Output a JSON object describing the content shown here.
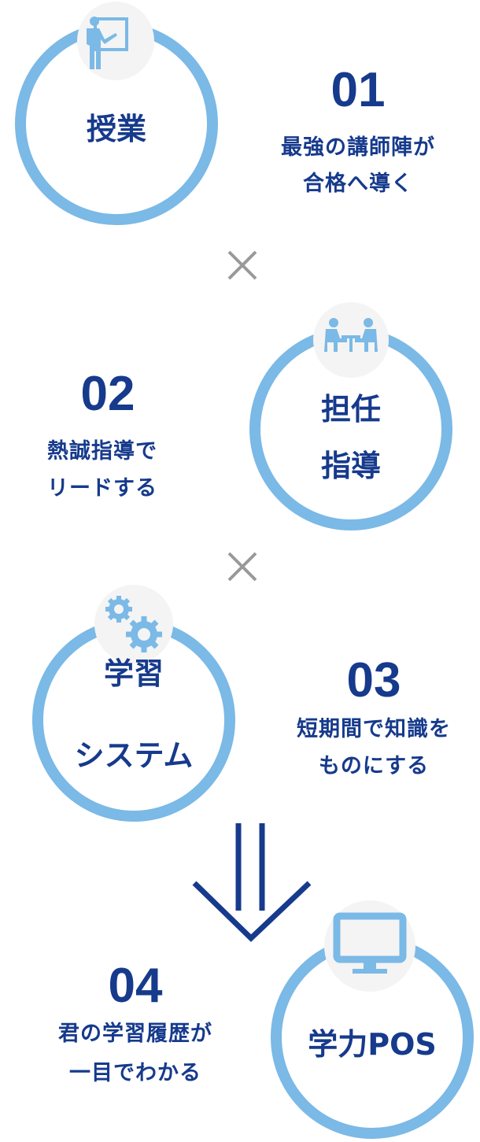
{
  "colors": {
    "ring": "#7bb9e6",
    "navy": "#163a8c",
    "icon_bg": "#f4f4f4",
    "cross": "#999999"
  },
  "steps": [
    {
      "number": "01",
      "circle_label": [
        "授業"
      ],
      "caption": [
        "最強の講師陣が",
        "合格へ導く"
      ],
      "icon": "teacher-board-icon"
    },
    {
      "number": "02",
      "circle_label": [
        "担任",
        "指導"
      ],
      "caption": [
        "熱誠指導で",
        "リードする"
      ],
      "icon": "meeting-icon"
    },
    {
      "number": "03",
      "circle_label": [
        "学習",
        "システム"
      ],
      "caption": [
        "短期間で知識を",
        "ものにする"
      ],
      "icon": "gears-icon"
    },
    {
      "number": "04",
      "circle_label": [
        "学力POS"
      ],
      "caption": [
        "君の学習履歴が",
        "一目でわかる"
      ],
      "icon": "monitor-icon"
    }
  ]
}
